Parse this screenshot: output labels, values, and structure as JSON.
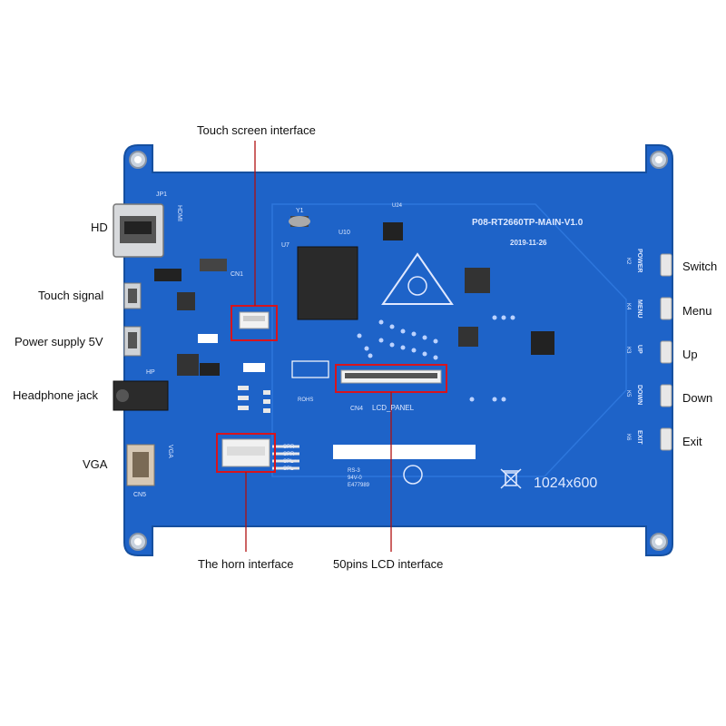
{
  "callouts": {
    "touch_screen_interface": "Touch screen interface",
    "hd": "HD",
    "touch_signal": "Touch signal",
    "power_supply": "Power supply 5V",
    "headphone_jack": "Headphone jack",
    "vga": "VGA",
    "horn_interface": "The horn interface",
    "lcd_interface": "50pins LCD interface",
    "switch": "Switch",
    "menu": "Menu",
    "up": "Up",
    "down": "Down",
    "exit": "Exit"
  },
  "board": {
    "model": "P08-RT2660TP-MAIN-V1.0",
    "date": "2019-11-26",
    "resolution": "1024x600",
    "hdmi_silk": "HDMI",
    "jp1": "JP1",
    "cn1": "CN1",
    "cn4": "CN4",
    "lcd_panel": "LCD_PANEL",
    "cn5": "CN5",
    "vga_silk": "VGA",
    "hp_silk": "HP",
    "u7": "U7",
    "u10": "U10",
    "y1": "Y1",
    "u24": "U24",
    "key_power": "POWER",
    "key_menu": "MENU",
    "key_up": "UP",
    "key_down": "DOWN",
    "key_exit": "EXIT",
    "k2": "K2",
    "k4": "K4",
    "k3": "K3",
    "k5": "K5",
    "k6": "K6",
    "spk": [
      "SPR-",
      "SPR+",
      "SPL+",
      "SPL-"
    ],
    "rohs": "ROHS",
    "rs": "RS-3",
    "v0": "94V-0",
    "e_number": "E477989"
  },
  "colors": {
    "pcb": "#1e63c8",
    "pcb_dark": "#154f9f",
    "highlight": "#d8141c",
    "leader": "#b01010"
  }
}
